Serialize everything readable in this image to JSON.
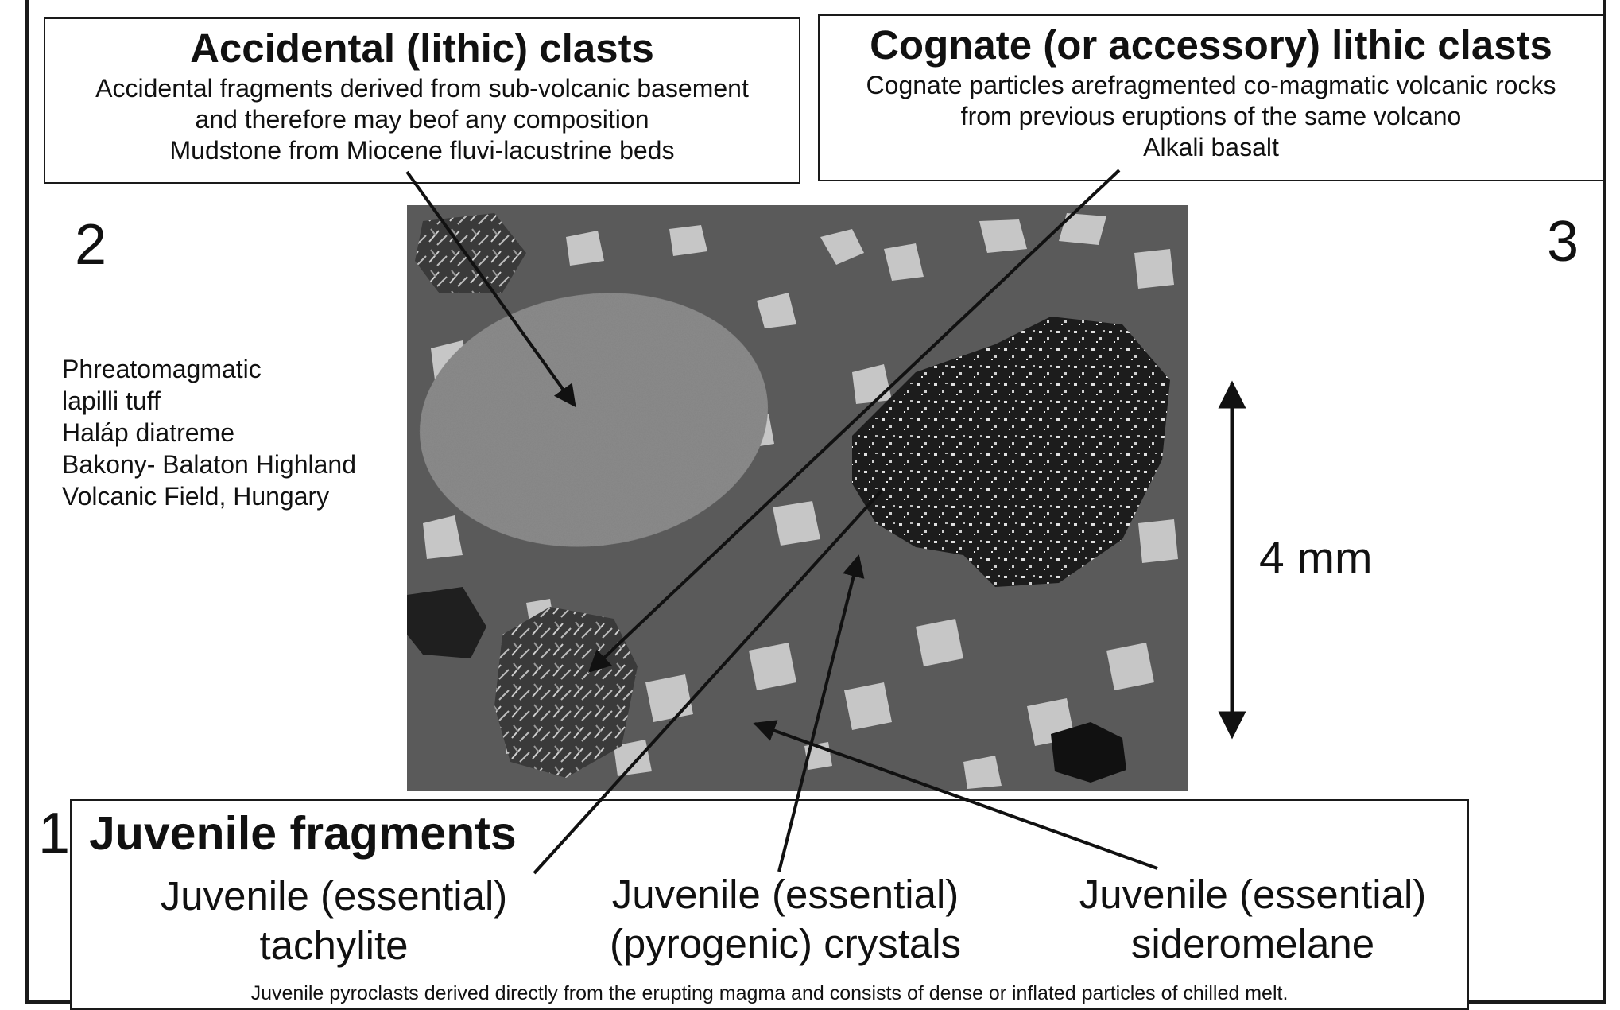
{
  "accidental": {
    "title": "Accidental (lithic) clasts",
    "lines": [
      "Accidental fragments derived from sub-volcanic basement",
      "and therefore may beof any composition",
      "Mudstone from Miocene fluvi-lacustrine beds"
    ]
  },
  "cognate": {
    "title": "Cognate (or accessory) lithic clasts",
    "lines": [
      "Cognate particles arefragmented co-magmatic volcanic rocks",
      "from previous eruptions of the same volcano",
      "Alkali basalt"
    ]
  },
  "panel_numbers": [
    "1",
    "2",
    "3"
  ],
  "sample_note": [
    "Phreatomagmatic",
    "lapilli tuff",
    "Haláp diatreme",
    "Bakony- Balaton Highland",
    "Volcanic Field, Hungary"
  ],
  "scale": {
    "label": "4 mm"
  },
  "juvenile": {
    "title": "Juvenile fragments",
    "items": [
      {
        "line1": "Juvenile (essential)",
        "line2": "tachylite"
      },
      {
        "line1": "Juvenile (essential)",
        "line2": "(pyrogenic) crystals"
      },
      {
        "line1": "Juvenile (essential)",
        "line2": "sideromelane"
      }
    ],
    "footnote": "Juvenile pyroclasts derived directly from the erupting magma and consists of dense or inflated particles of chilled melt."
  },
  "colors": {
    "frame": "#1a1a1a",
    "groundmass": "#5a5a5a",
    "mudstone_clast": "#8d8d8d",
    "basalt_clast": "#242424",
    "crystals": "#d9d9d9"
  }
}
